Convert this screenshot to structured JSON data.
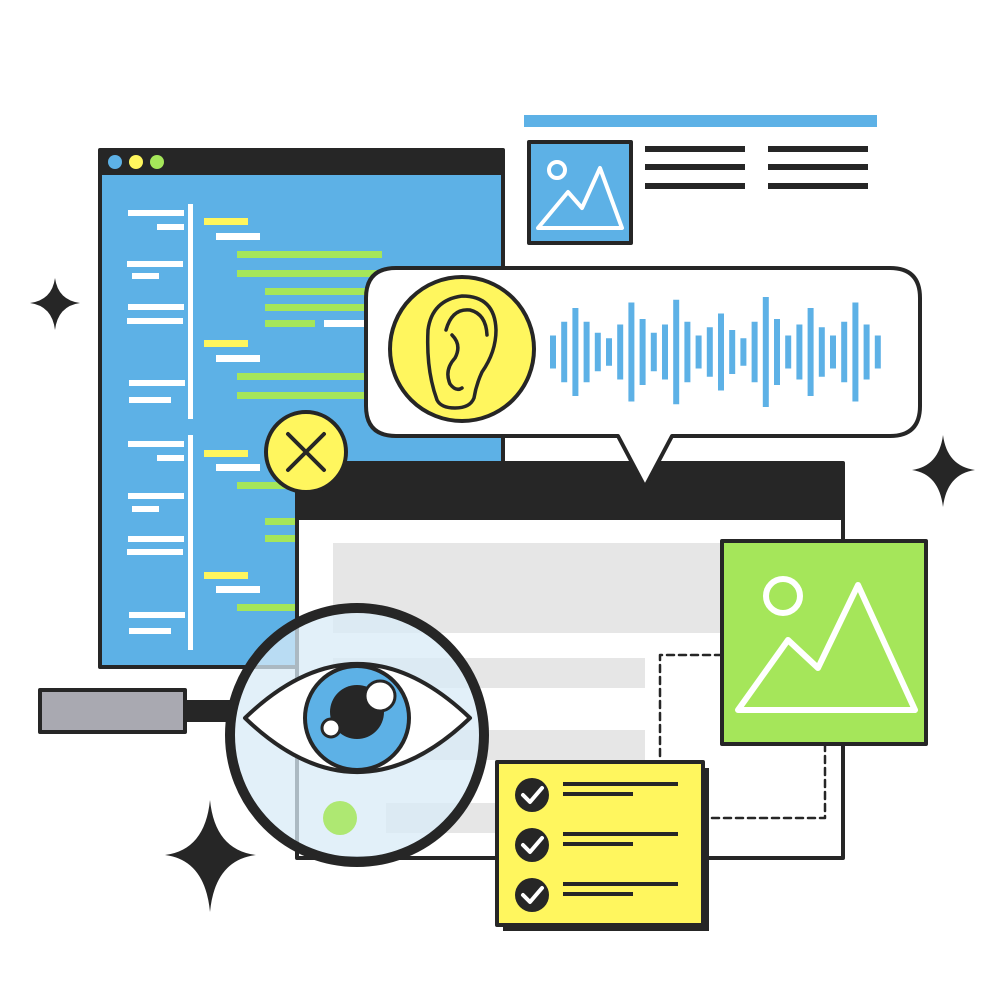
{
  "colors": {
    "blue": "#5db1e6",
    "yellow": "#fff65e",
    "green": "#a5e65a",
    "dark": "#262626",
    "gray": "#e6e6e6",
    "lens": "#d8ebf7",
    "handle": "#a9a9b1"
  },
  "icons": [
    "sparkle-icon",
    "ear-icon",
    "close-icon",
    "image-icon",
    "eye-icon",
    "magnifier-icon",
    "checkmark-icon",
    "soundwave-icon"
  ],
  "waveform_levels": [
    0.3,
    0.55,
    0.8,
    0.55,
    0.35,
    0.25,
    0.5,
    0.9,
    0.6,
    0.35,
    0.5,
    0.95,
    0.55,
    0.3,
    0.45,
    0.7,
    0.4,
    0.25,
    0.55,
    1.0,
    0.6,
    0.3,
    0.5,
    0.8,
    0.45,
    0.3,
    0.55,
    0.9,
    0.5,
    0.3
  ]
}
